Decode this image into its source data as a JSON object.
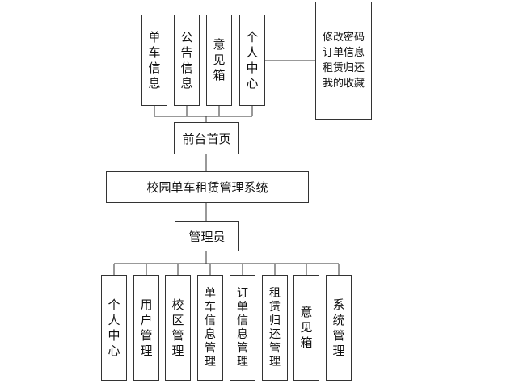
{
  "diagram": {
    "front_modules": [
      "单车信息",
      "公告信息",
      "意见箱",
      "个人中心"
    ],
    "personal_center_features": [
      "修改密码",
      "订单信息",
      "租赁归还",
      "我的收藏"
    ],
    "front_home": "前台首页",
    "system": "校园单车租赁管理系统",
    "admin": "管理员",
    "admin_modules": [
      "个人中心",
      "用户管理",
      "校区管理",
      "单车信息管理",
      "订单信息管理",
      "租赁归还管理",
      "意见箱",
      "系统管理"
    ]
  },
  "colors": {
    "line": "#333333",
    "text": "#111111",
    "background": "#ffffff"
  }
}
